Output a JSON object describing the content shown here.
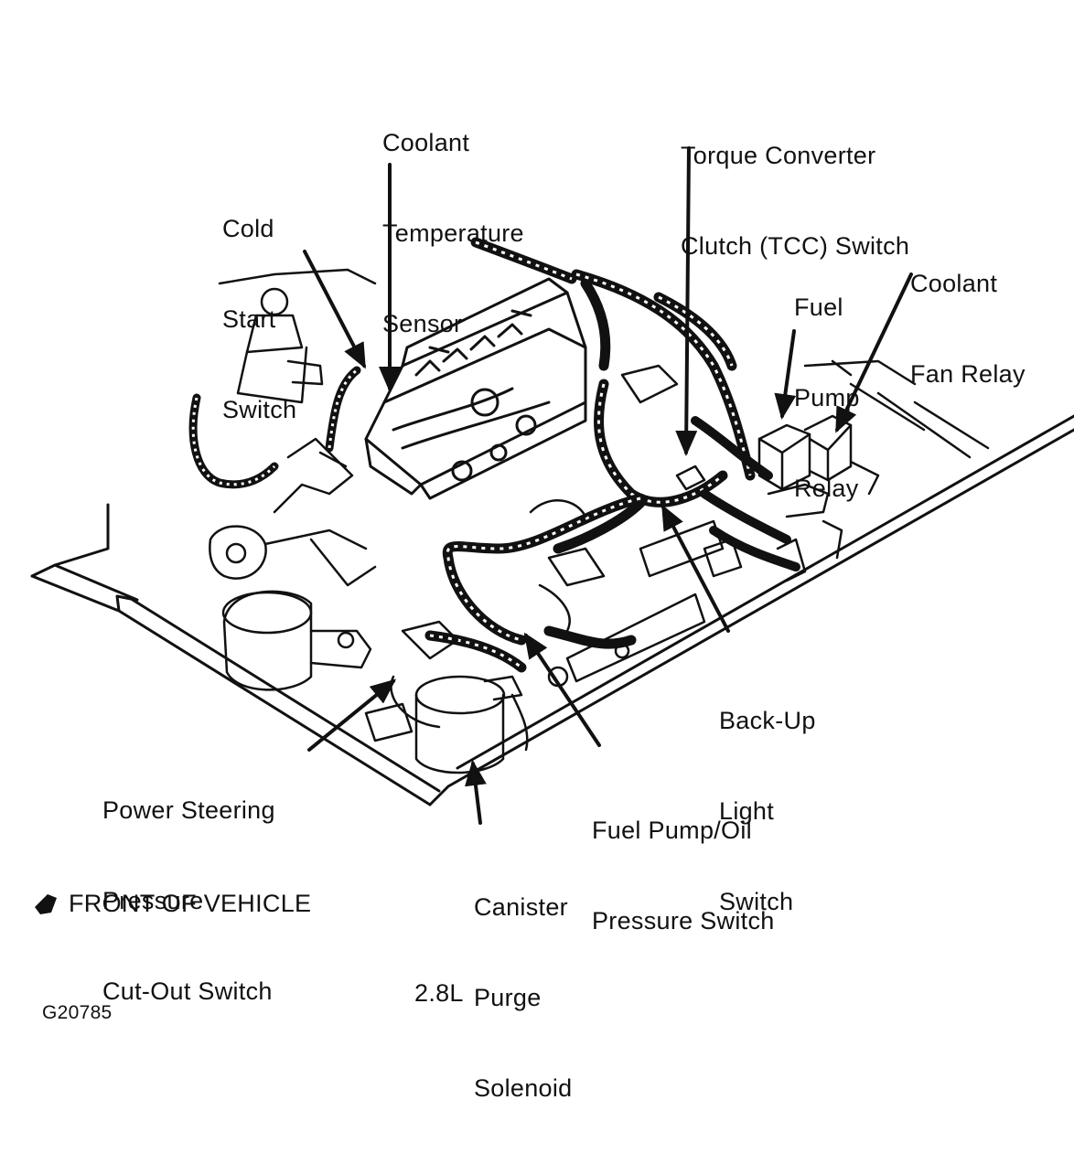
{
  "labels": {
    "coolant_temp_sensor": [
      "Coolant",
      "Temperature",
      "Sensor"
    ],
    "torque_converter": [
      "Torque Converter",
      "Clutch (TCC) Switch"
    ],
    "cold_start_switch": [
      "Cold",
      "Start",
      "Switch"
    ],
    "coolant_fan_relay": [
      "Coolant",
      "Fan Relay"
    ],
    "fuel_pump_relay": [
      "Fuel",
      "Pump",
      "Relay"
    ],
    "back_up_light_switch": [
      "Back-Up",
      "Light",
      "Switch"
    ],
    "power_steering_switch": [
      "Power Steering",
      "Pressure",
      "Cut-Out Switch"
    ],
    "fuel_pump_oil_switch": [
      "Fuel Pump/Oil",
      "Pressure Switch"
    ],
    "canister_purge_solenoid": [
      "Canister",
      "Purge",
      "Solenoid"
    ]
  },
  "legend": {
    "front_of_vehicle": "FRONT OF VEHICLE"
  },
  "engine_label": "2.8L",
  "figure_id": "G20785",
  "colors": {
    "ink": "#111111",
    "paper": "#ffffff"
  }
}
